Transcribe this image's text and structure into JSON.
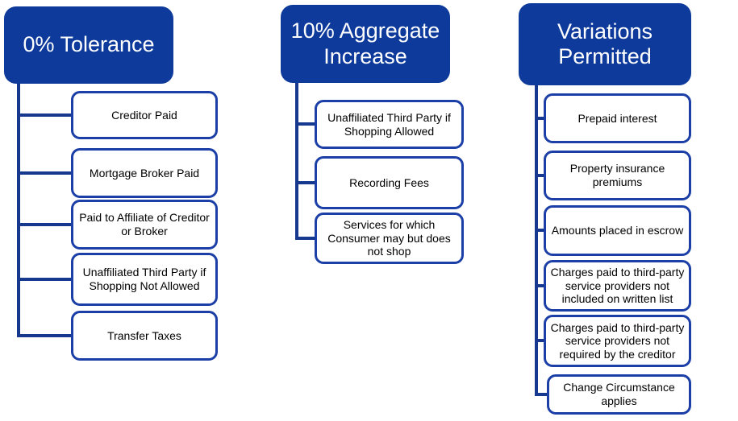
{
  "colors": {
    "header_fill": "#0d3a9b",
    "header_text": "#ffffff",
    "box_border": "#1b3fa6",
    "box_text": "#000000",
    "connector": "#16388f"
  },
  "columns": [
    {
      "header": "0% Tolerance",
      "items": [
        {
          "label": "Creditor Paid"
        },
        {
          "label": "Mortgage Broker Paid"
        },
        {
          "label": "Paid to Affiliate of Creditor or Broker"
        },
        {
          "label": "Unaffiliated Third Party if Shopping Not Allowed"
        },
        {
          "label": "Transfer Taxes"
        }
      ]
    },
    {
      "header": "10% Aggregate Increase",
      "items": [
        {
          "label": "Unaffiliated Third Party if Shopping Allowed"
        },
        {
          "label": "Recording Fees"
        },
        {
          "label": "Services for which Consumer may but does not shop"
        }
      ]
    },
    {
      "header": "Variations Permitted",
      "items": [
        {
          "label": "Prepaid interest"
        },
        {
          "label": "Property insurance premiums"
        },
        {
          "label": "Amounts placed in escrow"
        },
        {
          "label": "Charges paid to third-party service providers not included on written list"
        },
        {
          "label": "Charges paid to third-party service providers not required by the creditor"
        },
        {
          "label": "Change Circumstance applies"
        }
      ]
    }
  ]
}
